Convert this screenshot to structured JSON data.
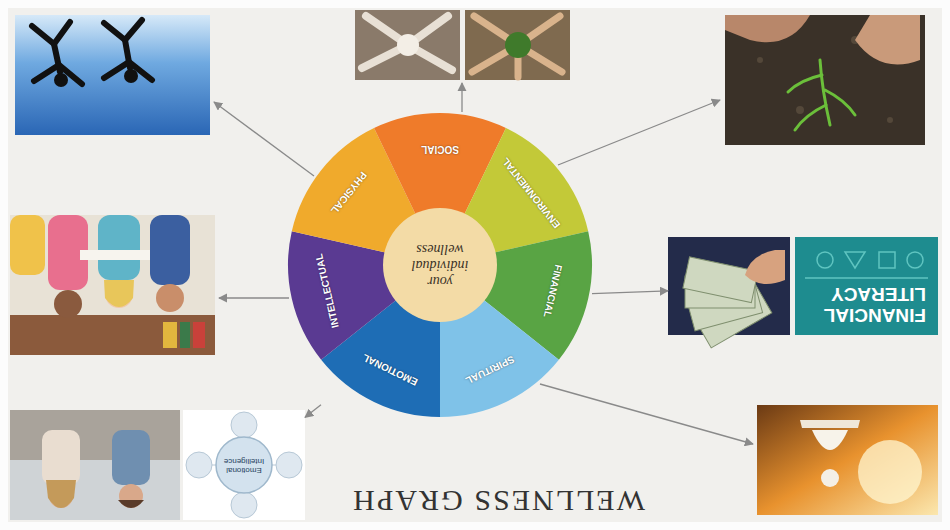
{
  "diagram": {
    "title": "WELLNESS GRAPH",
    "nodes": [
      {
        "text": [
          "your individual wellness"
        ]
      },
      {
        "text": [
          "EMOTIONAL"
        ]
      },
      {
        "text": [
          "INTELLECTUAL"
        ]
      },
      {
        "text": [
          "PHYSICAL"
        ]
      },
      {
        "text": [
          "SOCIAL"
        ]
      },
      {
        "text": [
          "ENVIRONMENTAL"
        ]
      },
      {
        "text": [
          "FINANCIAL"
        ]
      },
      {
        "text": [
          "SPIRITUAL"
        ]
      },
      {
        "text": [
          "Emotional Intelligence"
        ]
      },
      {
        "text": [
          "FINANCIAL LITERACY"
        ]
      }
    ],
    "edges": [
      {
        "from": 1,
        "to": 8,
        "arrow": "to"
      },
      {
        "from": 6,
        "to": 9,
        "arrow": "to"
      }
    ]
  }
}
